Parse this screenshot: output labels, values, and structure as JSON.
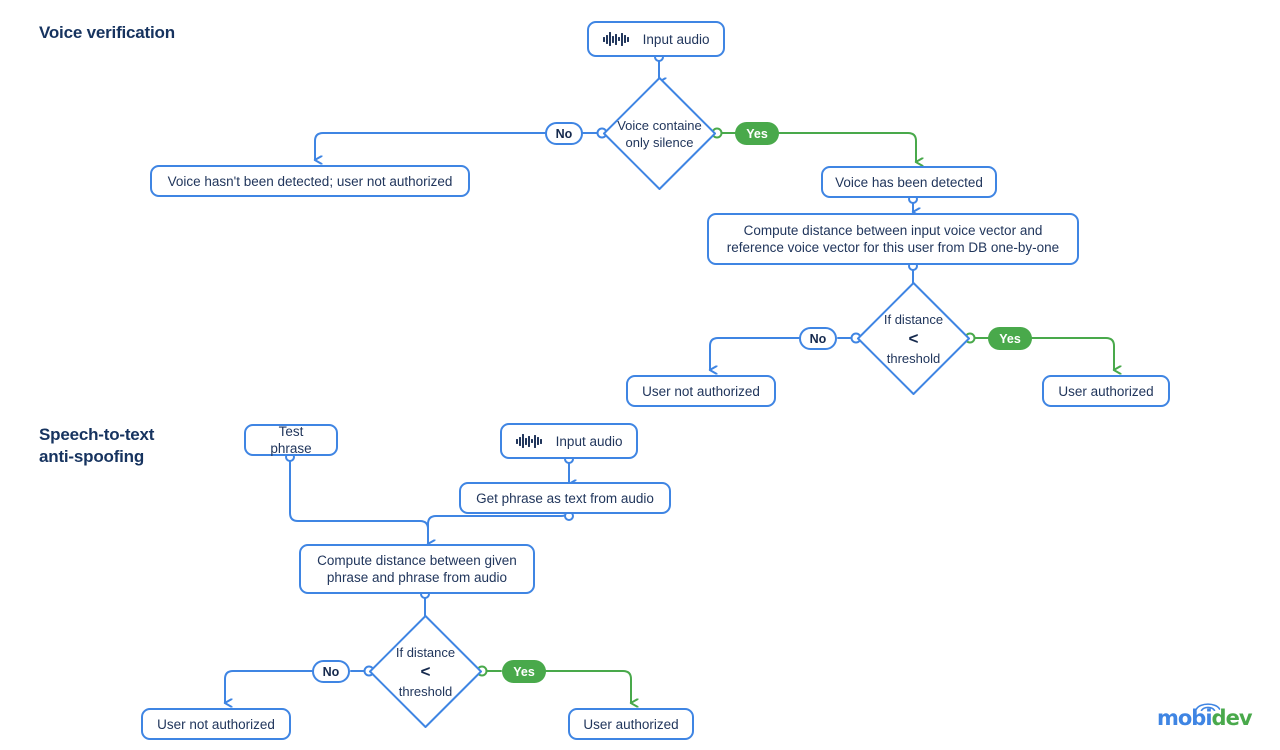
{
  "sections": [
    {
      "id": "voice-verification",
      "title": "Voice verification"
    },
    {
      "id": "speech-to-text-anti-spoofing",
      "title": "Speech-to-text\nanti-spoofing"
    }
  ],
  "colors": {
    "blue": "#3f85e3",
    "green": "#49a94b",
    "text_navy": "#21365c",
    "heading_navy": "#16335f",
    "background": "#ffffff"
  },
  "flow_voice": {
    "input_audio": {
      "label": "Input audio",
      "icon": "audio-waveform-icon"
    },
    "decision_silence": {
      "line1": "Voice containe",
      "op": "",
      "line3": "only silence"
    },
    "branch_no": "No",
    "branch_yes": "Yes",
    "not_detected": "Voice hasn't been detected; user not authorized",
    "detected": "Voice has been detected",
    "compute": "Compute distance between input voice vector and\nreference voice vector for this user from DB one-by-one",
    "decision_distance": {
      "line1": "If distance",
      "op": "<",
      "line3": "threshold"
    },
    "branch2_no": "No",
    "branch2_yes": "Yes",
    "not_authorized": "User not authorized",
    "authorized": "User authorized"
  },
  "flow_speech": {
    "test_phrase": "Test phrase",
    "input_audio": {
      "label": "Input audio",
      "icon": "audio-waveform-icon"
    },
    "get_phrase": "Get phrase as text from audio",
    "compute": "Compute distance between given\nphrase and phrase from audio",
    "decision_distance": {
      "line1": "If distance",
      "op": "<",
      "line3": "threshold"
    },
    "branch_no": "No",
    "branch_yes": "Yes",
    "not_authorized": "User not authorized",
    "authorized": "User authorized"
  },
  "logo": {
    "part1": "mobi",
    "part2": "dev"
  }
}
